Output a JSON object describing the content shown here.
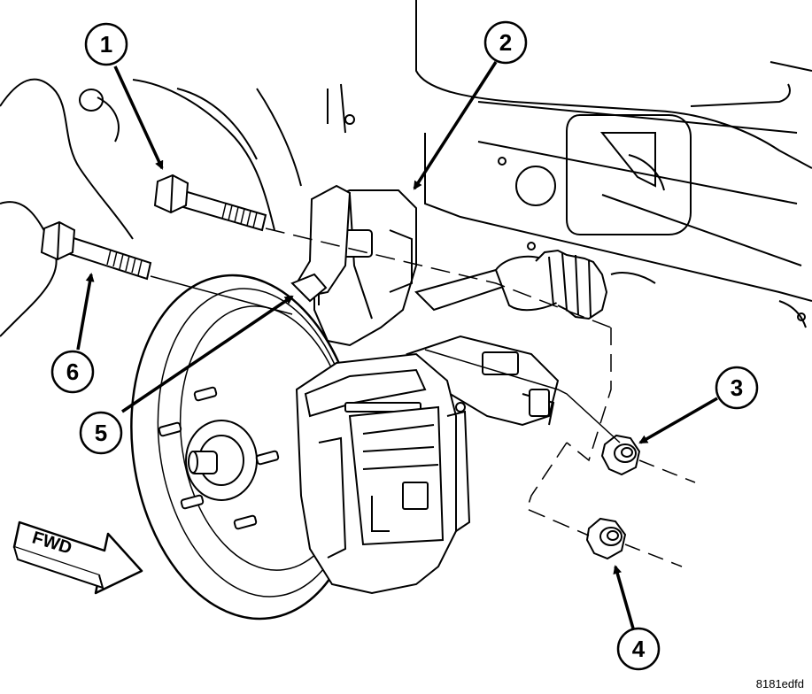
{
  "callouts": [
    {
      "number": "1",
      "part": "bolt"
    },
    {
      "number": "2",
      "part": "bracket"
    },
    {
      "number": "3",
      "part": "nut"
    },
    {
      "number": "4",
      "part": "nut"
    },
    {
      "number": "5",
      "part": "bracket-tab"
    },
    {
      "number": "6",
      "part": "bolt"
    }
  ],
  "fwd_label": "FWD",
  "figure_id": "8181edfd",
  "colors": {
    "line": "#000000",
    "fill": "#ffffff",
    "shade": "#e6e6e6"
  }
}
